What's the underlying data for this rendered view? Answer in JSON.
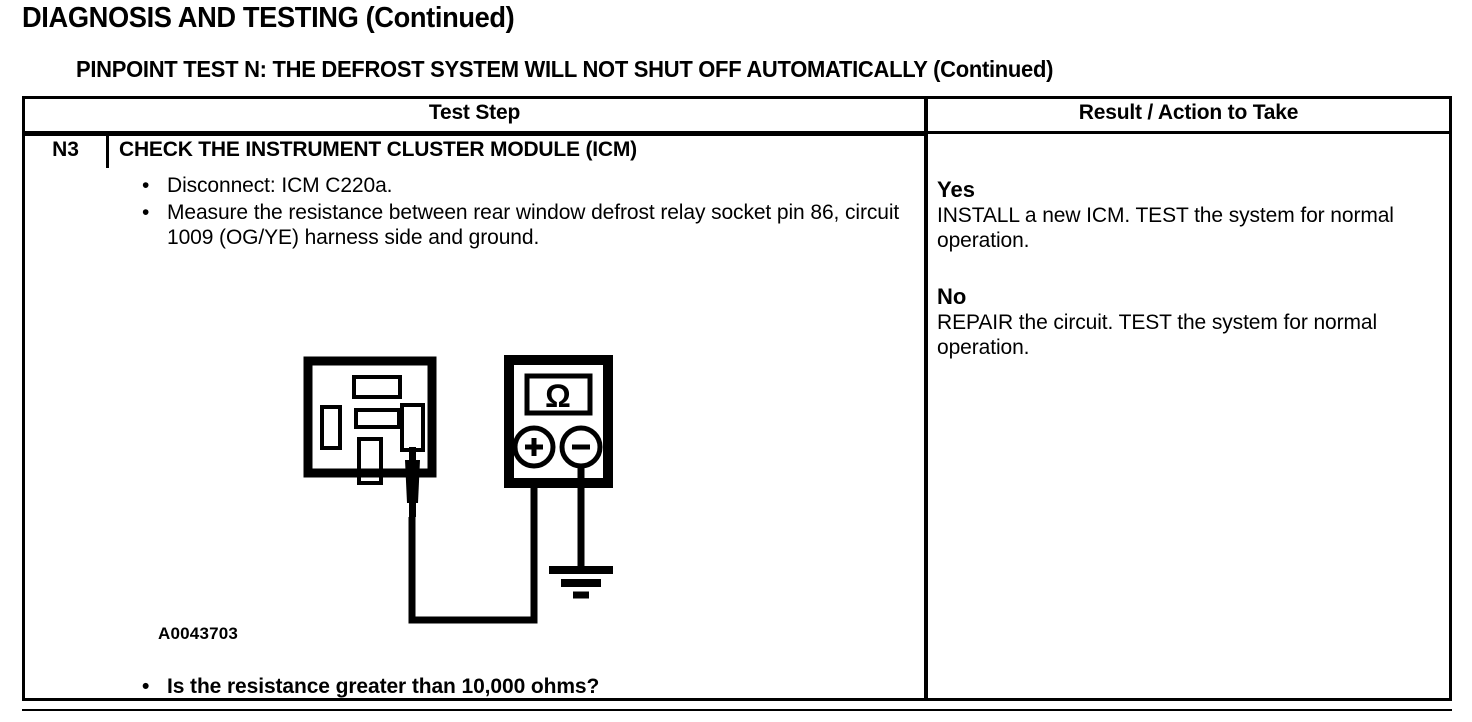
{
  "page": {
    "title": "DIAGNOSIS AND TESTING (Continued)",
    "subtitle": "PINPOINT TEST  N: THE DEFROST SYSTEM WILL NOT SHUT OFF AUTOMATICALLY (Continued)"
  },
  "table": {
    "headers": {
      "test_step": "Test Step",
      "result_action": "Result / Action to Take"
    },
    "step": {
      "id": "N3",
      "title": "CHECK THE INSTRUMENT CLUSTER MODULE (ICM)",
      "bullets": [
        "Disconnect: ICM C220a.",
        "Measure the resistance between rear window defrost relay socket pin 86, circuit 1009 (OG/YE) harness side and ground."
      ],
      "bullet_marker": "•",
      "figure_id": "A0043703",
      "question": "Is the resistance greater than 10,000 ohms?"
    },
    "results": [
      {
        "label": "Yes",
        "text": "INSTALL a new ICM. TEST the system for normal operation."
      },
      {
        "label": "No",
        "text": "REPAIR the circuit. TEST the system for normal operation."
      }
    ]
  },
  "diagram": {
    "meter_symbol": "Ω",
    "positive_terminal": "+",
    "negative_terminal": "−",
    "ground_symbol": "ground-earth",
    "socket_name": "rear-window-defrost-relay-socket",
    "probe_name": "test-probe-pin-86"
  },
  "colors": {
    "ink": "#000000",
    "paper": "#ffffff"
  }
}
